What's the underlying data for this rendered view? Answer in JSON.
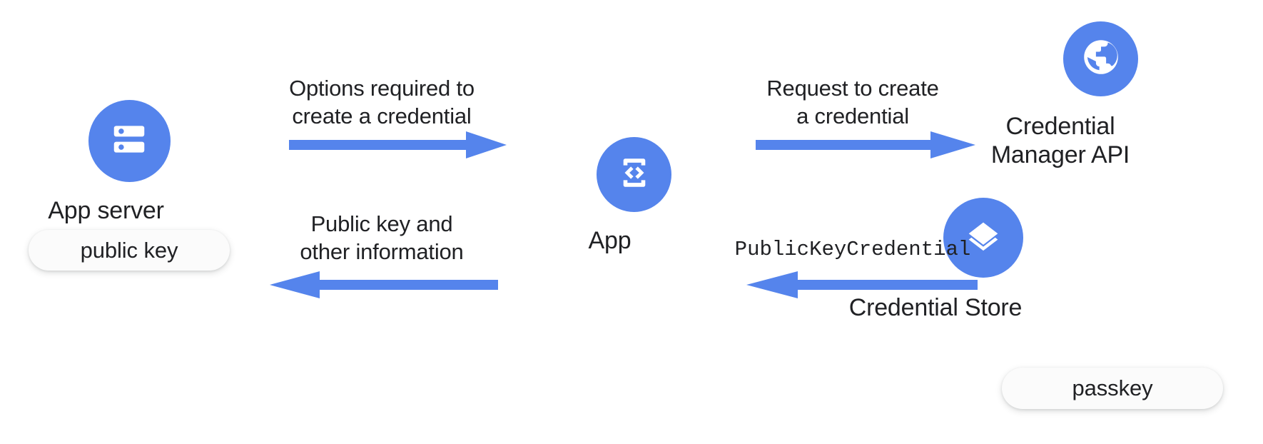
{
  "diagram": {
    "title": "Passkey creation flow",
    "accent_color": "#5584ec",
    "text_color": "#202124",
    "background": "#ffffff",
    "nodes": [
      {
        "id": "app-server",
        "label": "App server",
        "icon": "server-icon",
        "chip": "public key"
      },
      {
        "id": "app",
        "label": "App",
        "icon": "device-code-icon"
      },
      {
        "id": "credential-manager-api",
        "label": "Credential\nManager API",
        "icon": "globe-icon"
      },
      {
        "id": "credential-store",
        "label": "Credential Store",
        "icon": "layers-icon",
        "chip": "passkey"
      }
    ],
    "arrows": [
      {
        "id": "options-required",
        "label": "Options required to\ncreate a credential",
        "direction": "right",
        "mono": false
      },
      {
        "id": "public-key-and-other-information",
        "label": "Public key and\nother information",
        "direction": "left",
        "mono": false
      },
      {
        "id": "request-to-create",
        "label": "Request to create\na credential",
        "direction": "right",
        "mono": false
      },
      {
        "id": "public-key-credential",
        "label": "PublicKeyCredential",
        "direction": "left",
        "mono": true
      }
    ]
  }
}
